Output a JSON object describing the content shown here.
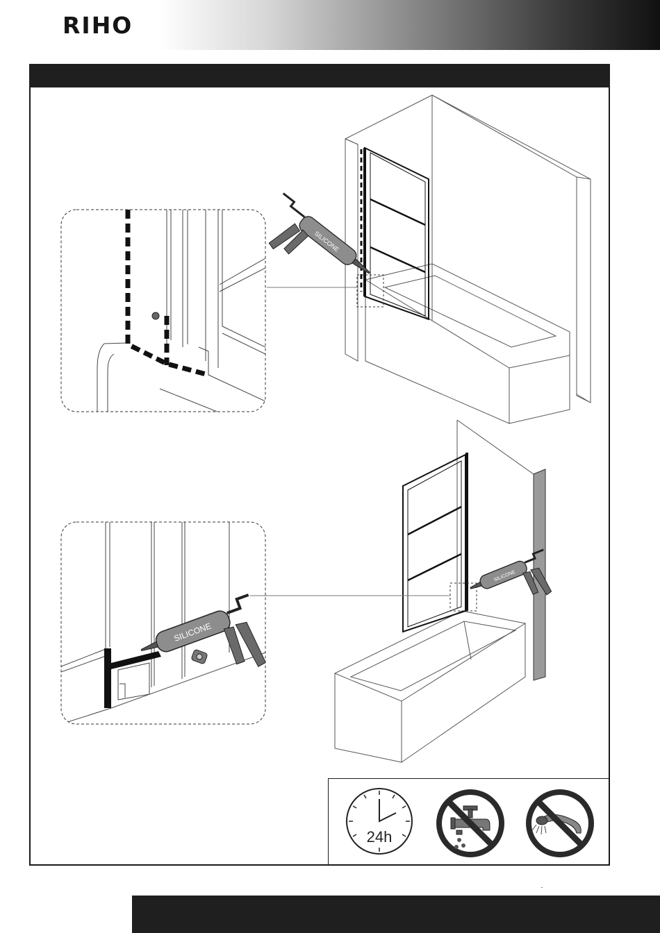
{
  "brand": {
    "logo_text": "RIHO"
  },
  "header": {
    "title": ""
  },
  "step1": {
    "gun_label": "SILICONE",
    "detail_gun_label": ""
  },
  "step2": {
    "gun_label": "SILICONE",
    "detail_gun_label": "SILICONE"
  },
  "warnings": {
    "clock_label": "24h",
    "icons": [
      "clock-24h-icon",
      "no-tap-water-icon",
      "no-shower-icon"
    ]
  },
  "footer": {
    "text": ""
  }
}
